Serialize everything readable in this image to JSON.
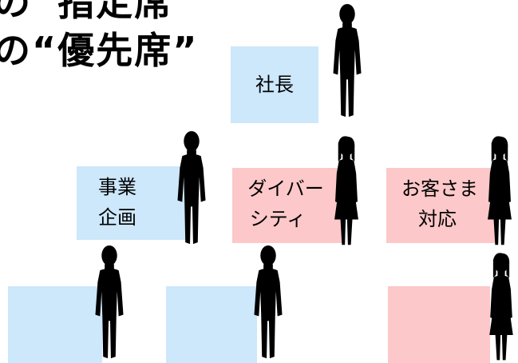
{
  "title": {
    "line1": "の“指定席",
    "line2": "の“優先席”"
  },
  "seats": {
    "president": {
      "label": "社長",
      "color": "#cde7fb"
    },
    "business_planning": {
      "line1": "事業",
      "line2": "企画",
      "color": "#cde7fb"
    },
    "diversity": {
      "line1": "ダイバー",
      "line2": "シティ",
      "color": "#fcc8c9"
    },
    "customer_support": {
      "line1": "お客さま",
      "line2": "対応",
      "color": "#fcc8c9"
    }
  },
  "colors": {
    "male_seat": "#cde7fb",
    "female_seat": "#fcc8c9",
    "silhouette": "#000000"
  },
  "icons": [
    "man-silhouette-icon",
    "woman-silhouette-icon"
  ]
}
